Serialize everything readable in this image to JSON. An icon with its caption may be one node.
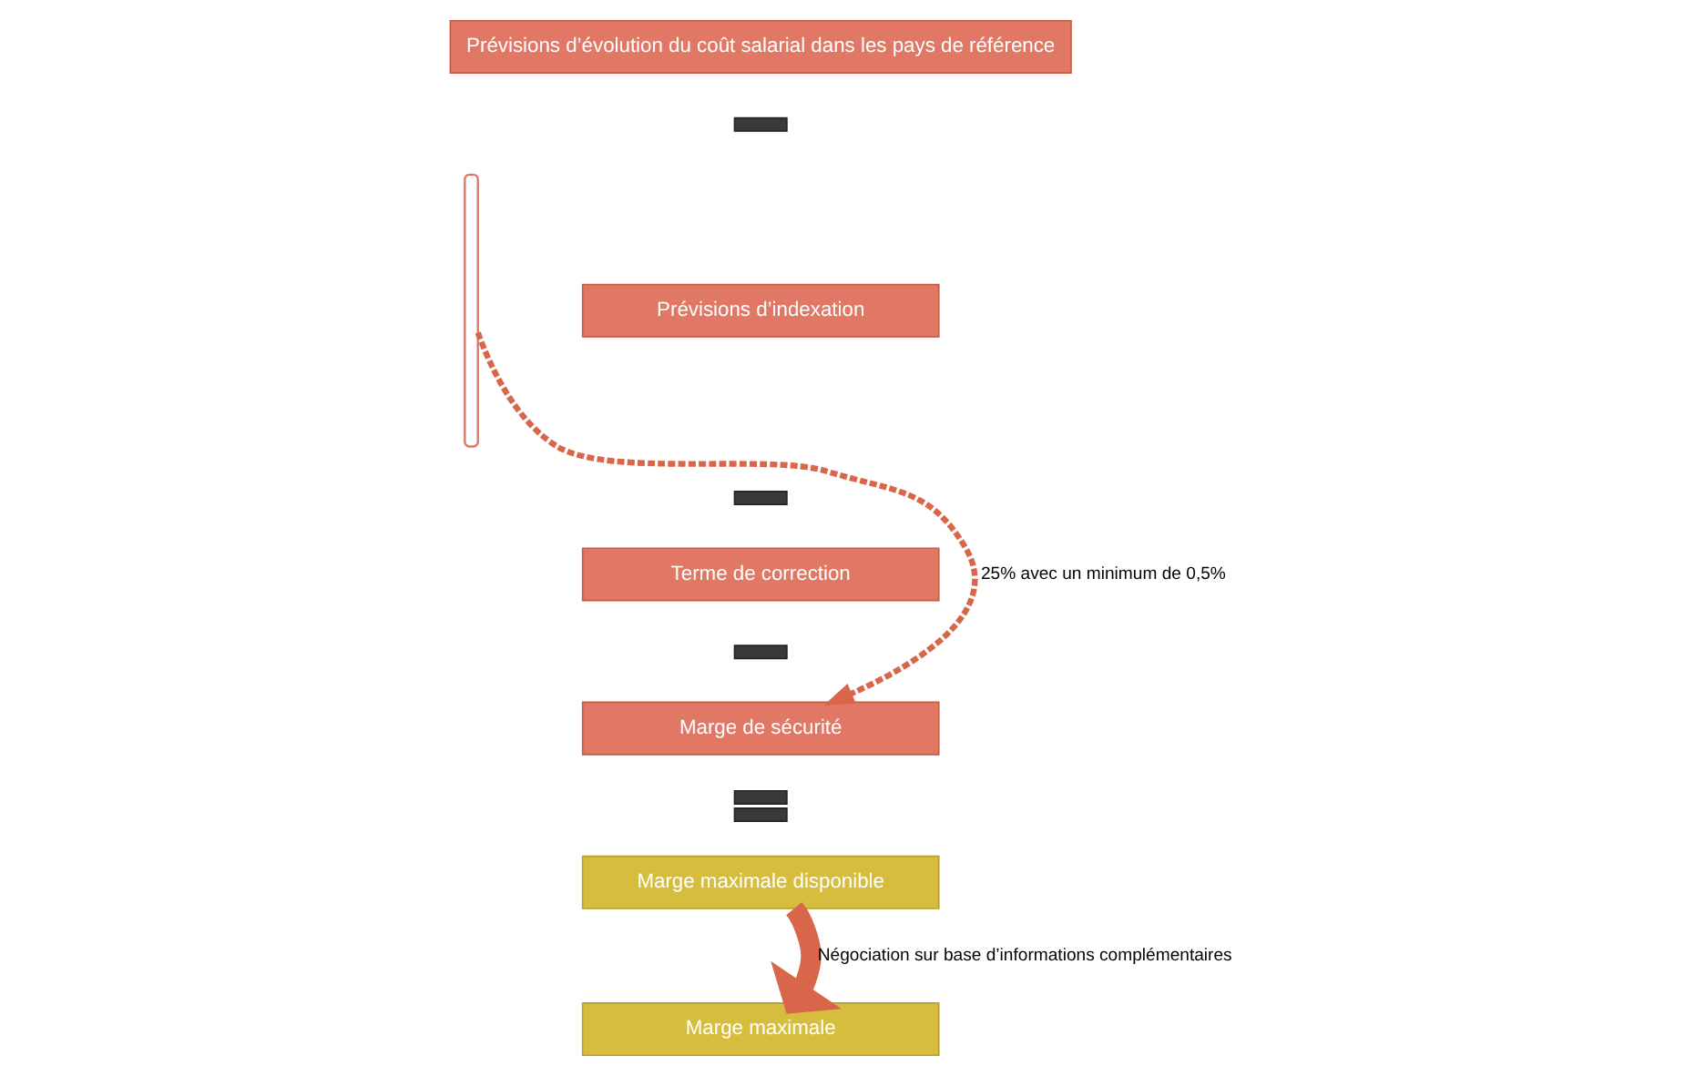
{
  "diagram": {
    "nodes": [
      {
        "text": [
          "Prévisions d’évolution du coût salarial dans les pays de référence"
        ]
      },
      {
        "text": [],
        "shape": "bar"
      },
      {
        "text": [
          "Prévisions d’indexation"
        ]
      },
      {
        "text": [],
        "shape": "bar"
      },
      {
        "text": [
          "Terme de correction"
        ]
      },
      {
        "text": [],
        "shape": "bar"
      },
      {
        "text": [
          "Marge de sécurité"
        ]
      },
      {
        "text": [],
        "shape": "equals"
      },
      {
        "text": [
          "Marge maximale disponible"
        ]
      },
      {
        "text": [
          "Marge maximale"
        ]
      },
      {
        "text": [],
        "shape": "brace"
      }
    ],
    "edges": [
      {
        "from": 10,
        "to": 6,
        "arrow": "to",
        "label": "25% avec un minimum de 0,5%",
        "style": "dashed"
      },
      {
        "from": 8,
        "to": 9,
        "arrow": "to",
        "label": "Négociation sur base d’informations complémentaires",
        "style": "thick"
      }
    ]
  }
}
